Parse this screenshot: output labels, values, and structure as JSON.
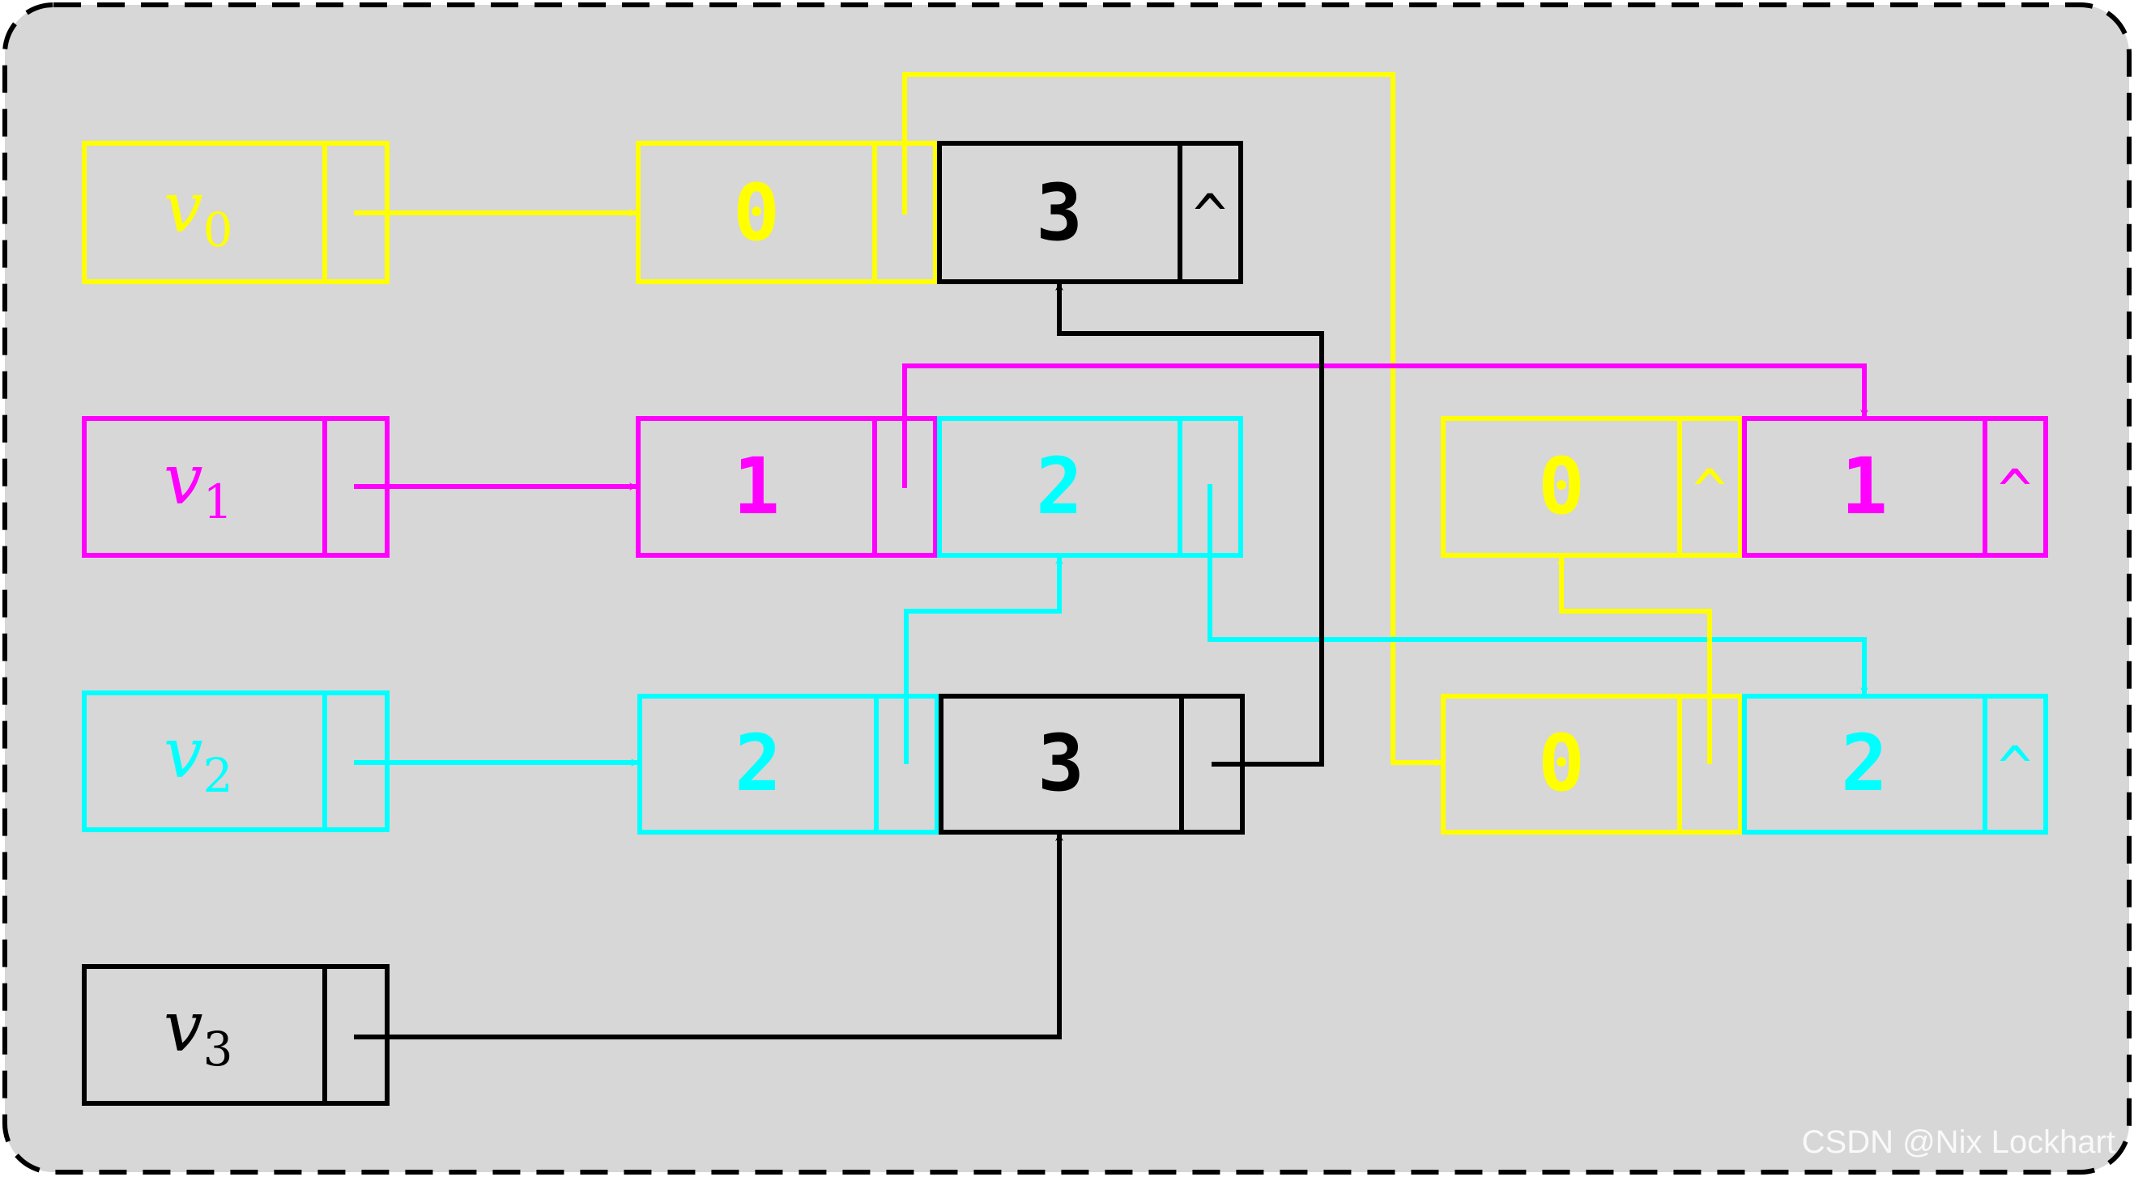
{
  "colors": {
    "background": "#d7d7d7",
    "border": "#000000",
    "v0": "#ffff00",
    "v1": "#ff00ff",
    "v2": "#00ffff",
    "v3": "#000000"
  },
  "vertices": [
    {
      "name": "v",
      "sub": "0",
      "color": "#ffff00"
    },
    {
      "name": "v",
      "sub": "1",
      "color": "#ff00ff"
    },
    {
      "name": "v",
      "sub": "2",
      "color": "#00ffff"
    },
    {
      "name": "v",
      "sub": "3",
      "color": "#000000"
    }
  ],
  "arc_nodes": [
    {
      "id": "a00",
      "value": "0",
      "color": "#ffff00",
      "null_link": false
    },
    {
      "id": "a03",
      "value": "3",
      "color": "#000000",
      "null_link": true
    },
    {
      "id": "a11",
      "value": "1",
      "color": "#ff00ff",
      "null_link": false
    },
    {
      "id": "a12",
      "value": "2",
      "color": "#00ffff",
      "null_link": false
    },
    {
      "id": "a22",
      "value": "2",
      "color": "#00ffff",
      "null_link": false
    },
    {
      "id": "a23",
      "value": "3",
      "color": "#000000",
      "null_link": false
    },
    {
      "id": "b0",
      "value": "0",
      "color": "#ffff00",
      "null_link": true
    },
    {
      "id": "b1",
      "value": "1",
      "color": "#ff00ff",
      "null_link": true
    },
    {
      "id": "c0",
      "value": "0",
      "color": "#ffff00",
      "null_link": false
    },
    {
      "id": "c2",
      "value": "2",
      "color": "#00ffff",
      "null_link": true
    }
  ],
  "null_symbol": "^",
  "watermark": "CSDN @Nix Lockhart"
}
